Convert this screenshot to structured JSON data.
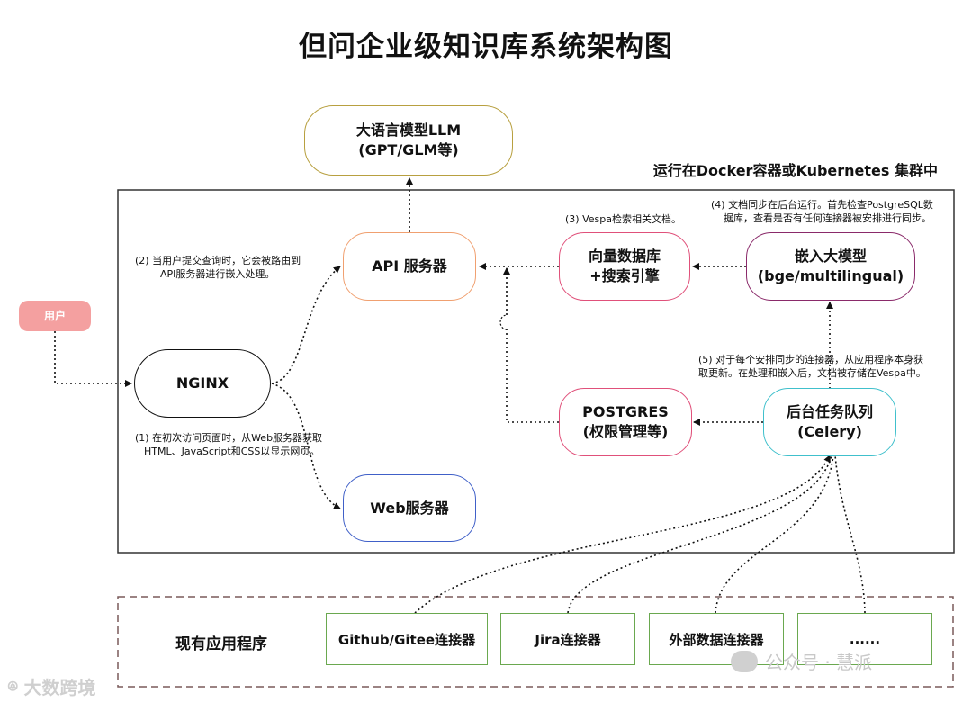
{
  "title": "但问企业级知识库系统架构图",
  "cluster_label": "运行在Docker容器或Kubernetes 集群中",
  "nodes": {
    "llm": {
      "line1": "大语言模型LLM",
      "line2": "(GPT/GLM等)"
    },
    "user": {
      "label": "用户"
    },
    "nginx": {
      "label": "NGINX"
    },
    "api": {
      "label": "API 服务器"
    },
    "vector": {
      "line1": "向量数据库",
      "line2": "+搜索引擎"
    },
    "embed": {
      "line1": "嵌入大模型",
      "line2": "(bge/multilingual)"
    },
    "postgres": {
      "line1": "POSTGRES",
      "line2": "(权限管理等)"
    },
    "queue": {
      "line1": "后台任务队列",
      "line2": "(Celery)"
    },
    "web": {
      "label": "Web服务器"
    }
  },
  "notes": {
    "n1": {
      "line1": "(1) 在初次访问页面时，从Web服务器获取",
      "line2": "HTML、JavaScript和CSS以显示网页。"
    },
    "n2": {
      "line1": "(2) 当用户提交查询时，它会被路由到",
      "line2": "API服务器进行嵌入处理。"
    },
    "n3": {
      "line1": "(3) Vespa检索相关文档。"
    },
    "n4": {
      "line1": "(4) 文档同步在后台运行。首先检查PostgreSQL数",
      "line2": "据库，查看是否有任何连接器被安排进行同步。"
    },
    "n5": {
      "line1": "(5) 对于每个安排同步的连接器，从应用程序本身获",
      "line2": "取更新。在处理和嵌入后，文档被存储在Vespa中。"
    }
  },
  "apps": {
    "label": "现有应用程序",
    "connectors": [
      "Github/Gitee连接器",
      "Jira连接器",
      "外部数据连接器",
      "......"
    ]
  },
  "watermarks": {
    "left": "大数跨境",
    "right": "公众号 · 慧派"
  },
  "colors": {
    "llm": "#b8a040",
    "user": "#f4a0a0",
    "api": "#f0a070",
    "vector": "#e0507a",
    "embed": "#8a2a6a",
    "queue": "#40c0cc",
    "postgres": "#e0507a",
    "web": "#4060c8",
    "connector": "#6aa84f"
  }
}
